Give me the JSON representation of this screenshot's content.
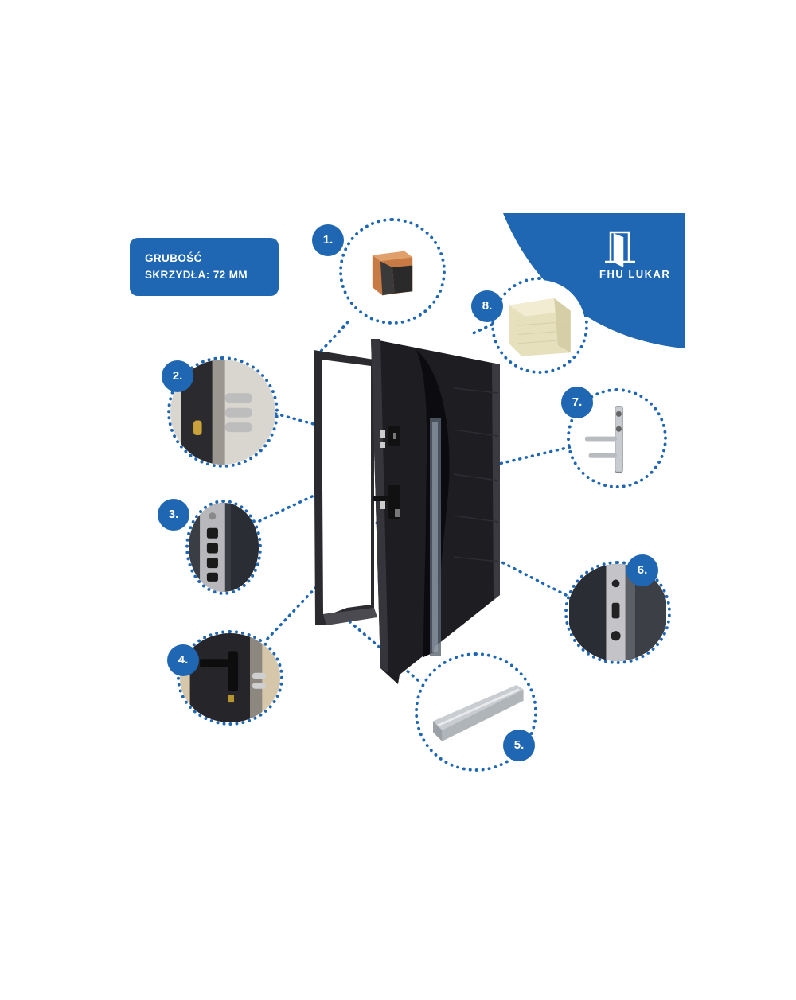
{
  "info": {
    "line1": "GRUBOŚĆ",
    "line2": "SKRZYDŁA: 72 MM"
  },
  "brand": {
    "name": "FHU LUKAR",
    "color": "#1f66b3"
  },
  "callouts": [
    {
      "label": "1.",
      "icon": "door-frame-profile-icon"
    },
    {
      "label": "2.",
      "icon": "lock-bolts-icon"
    },
    {
      "label": "3.",
      "icon": "strike-plate-icon"
    },
    {
      "label": "4.",
      "icon": "handle-lock-icon"
    },
    {
      "label": "5.",
      "icon": "threshold-profile-icon"
    },
    {
      "label": "6.",
      "icon": "hinge-side-bolts-icon"
    },
    {
      "label": "7.",
      "icon": "door-hinge-icon"
    },
    {
      "label": "8.",
      "icon": "insulation-foam-icon"
    }
  ]
}
